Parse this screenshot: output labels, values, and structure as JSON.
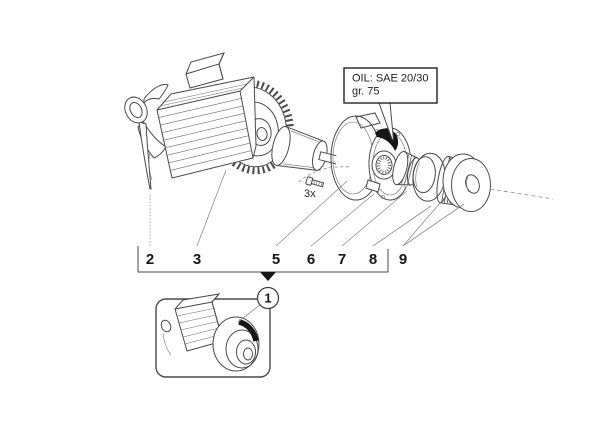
{
  "figure": {
    "type": "exploded-parts-diagram",
    "callout": {
      "line1": "OIL: SAE 20/30",
      "line2": "gr.  75"
    },
    "screw_quantity": "3x",
    "assembly_ref": "1",
    "part_refs": [
      "2",
      "3",
      "5",
      "6",
      "7",
      "8",
      "9"
    ],
    "colors": {
      "line": "#4a4a4a",
      "dark_fill": "#161616",
      "background": "#ffffff"
    }
  }
}
